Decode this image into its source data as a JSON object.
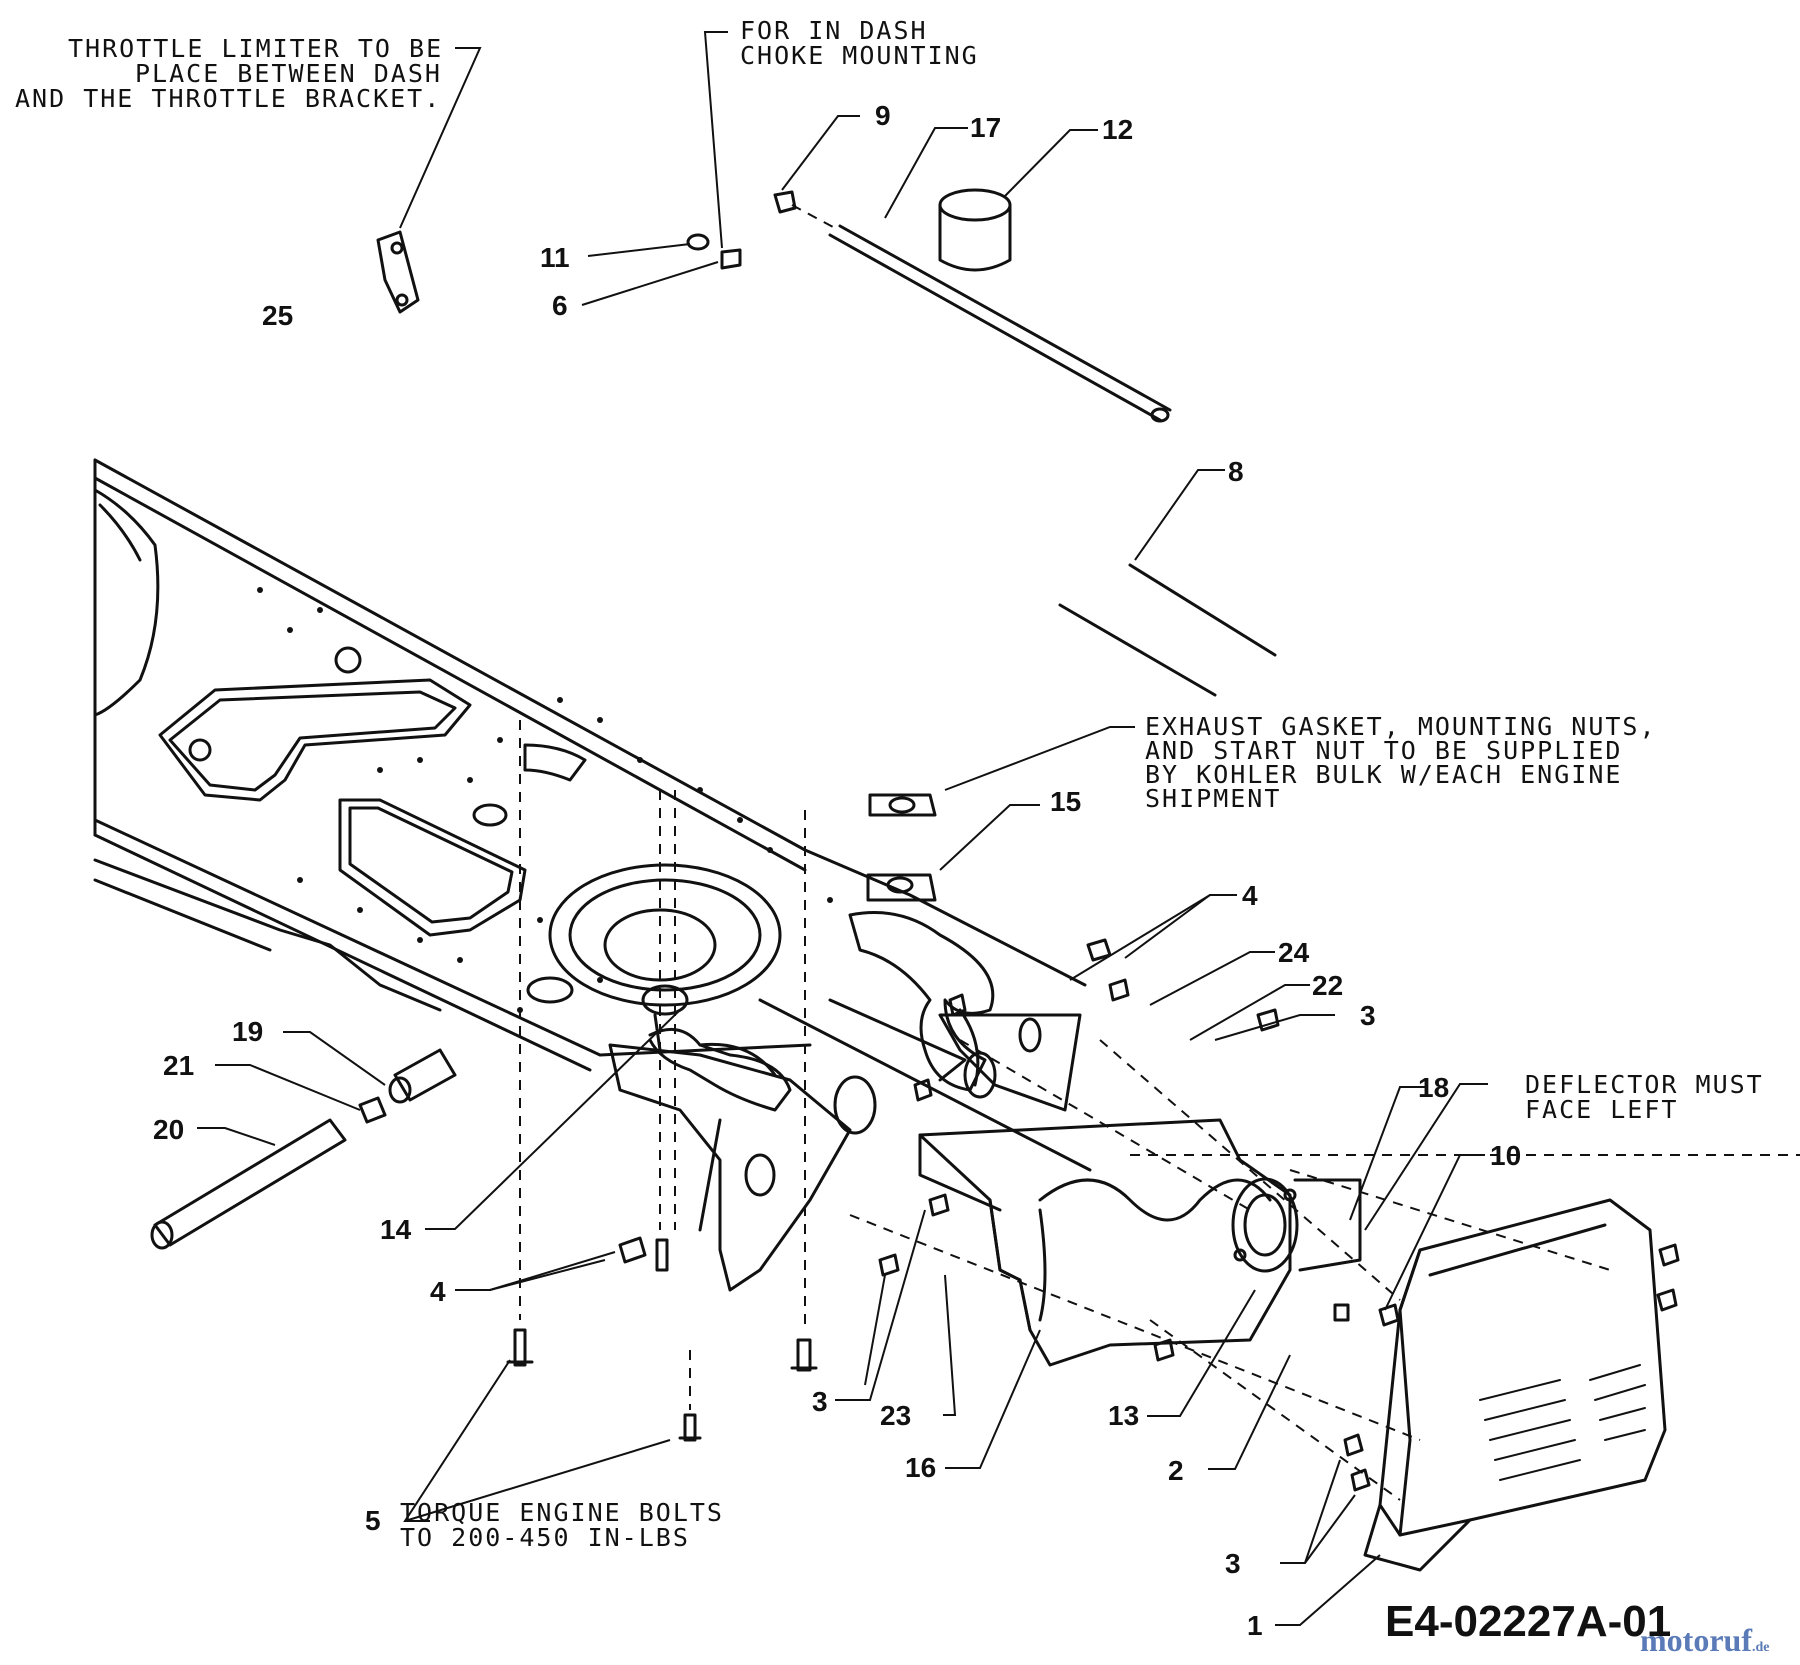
{
  "notes": {
    "throttle": [
      "THROTTLE LIMITER TO BE",
      "PLACE BETWEEN DASH",
      "AND THE THROTTLE BRACKET."
    ],
    "choke": [
      "FOR IN DASH",
      "CHOKE MOUNTING"
    ],
    "exhaust": [
      "EXHAUST GASKET, MOUNTING NUTS,",
      "AND START NUT TO BE SUPPLIED",
      "BY KOHLER BULK W/EACH ENGINE",
      "SHIPMENT"
    ],
    "deflector": [
      "DEFLECTOR MUST",
      "FACE LEFT"
    ],
    "torque": [
      "TORQUE ENGINE BOLTS",
      "TO 200-450 IN-LBS"
    ]
  },
  "callouts": {
    "c25": "25",
    "c11": "11",
    "c6": "6",
    "c9": "9",
    "c17": "17",
    "c12": "12",
    "c8": "8",
    "c15": "15",
    "c4a": "4",
    "c24": "24",
    "c22": "22",
    "c3a": "3",
    "c18": "18",
    "c10": "10",
    "c19": "19",
    "c21": "21",
    "c20": "20",
    "c14": "14",
    "c4b": "4",
    "c5": "5",
    "c3b": "3",
    "c23": "23",
    "c16": "16",
    "c13": "13",
    "c2": "2",
    "c3c": "3",
    "c1": "1"
  },
  "diagram_code": "E4-02227A-01",
  "watermark": {
    "main": "motoruf",
    "suffix": ".de"
  }
}
